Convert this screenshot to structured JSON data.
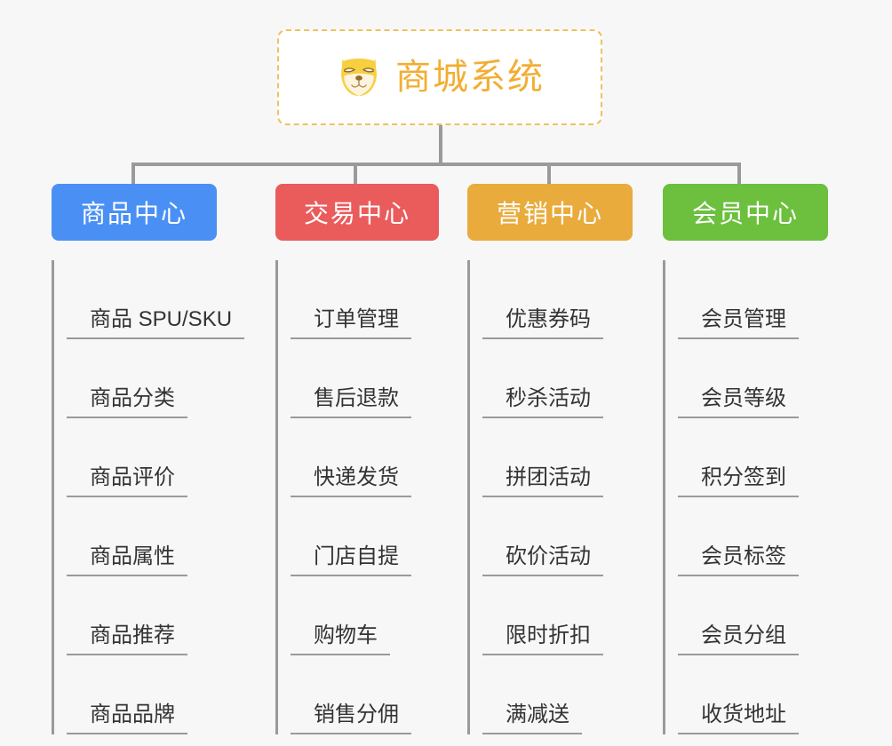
{
  "canvas": {
    "background": "#f7f7f7",
    "connector_color": "#9a9a9a"
  },
  "root": {
    "title": "商城系统",
    "icon": "shiba-dog-icon",
    "text_color": "#f2ae33",
    "border_color": "#f0c060",
    "background": "#ffffff"
  },
  "branches": [
    {
      "label": "商品中心",
      "color": "#4a90f4",
      "items": [
        "商品 SPU/SKU",
        "商品分类",
        "商品评价",
        "商品属性",
        "商品推荐",
        "商品品牌"
      ]
    },
    {
      "label": "交易中心",
      "color": "#ea5c5c",
      "items": [
        "订单管理",
        "售后退款",
        "快递发货",
        "门店自提",
        "购物车",
        "销售分佣"
      ]
    },
    {
      "label": "营销中心",
      "color": "#e8ab3c",
      "items": [
        "优惠券码",
        "秒杀活动",
        "拼团活动",
        "砍价活动",
        "限时折扣",
        "满减送"
      ]
    },
    {
      "label": "会员中心",
      "color": "#6cc03e",
      "items": [
        "会员管理",
        "会员等级",
        "积分签到",
        "会员标签",
        "会员分组",
        "收货地址"
      ]
    }
  ]
}
